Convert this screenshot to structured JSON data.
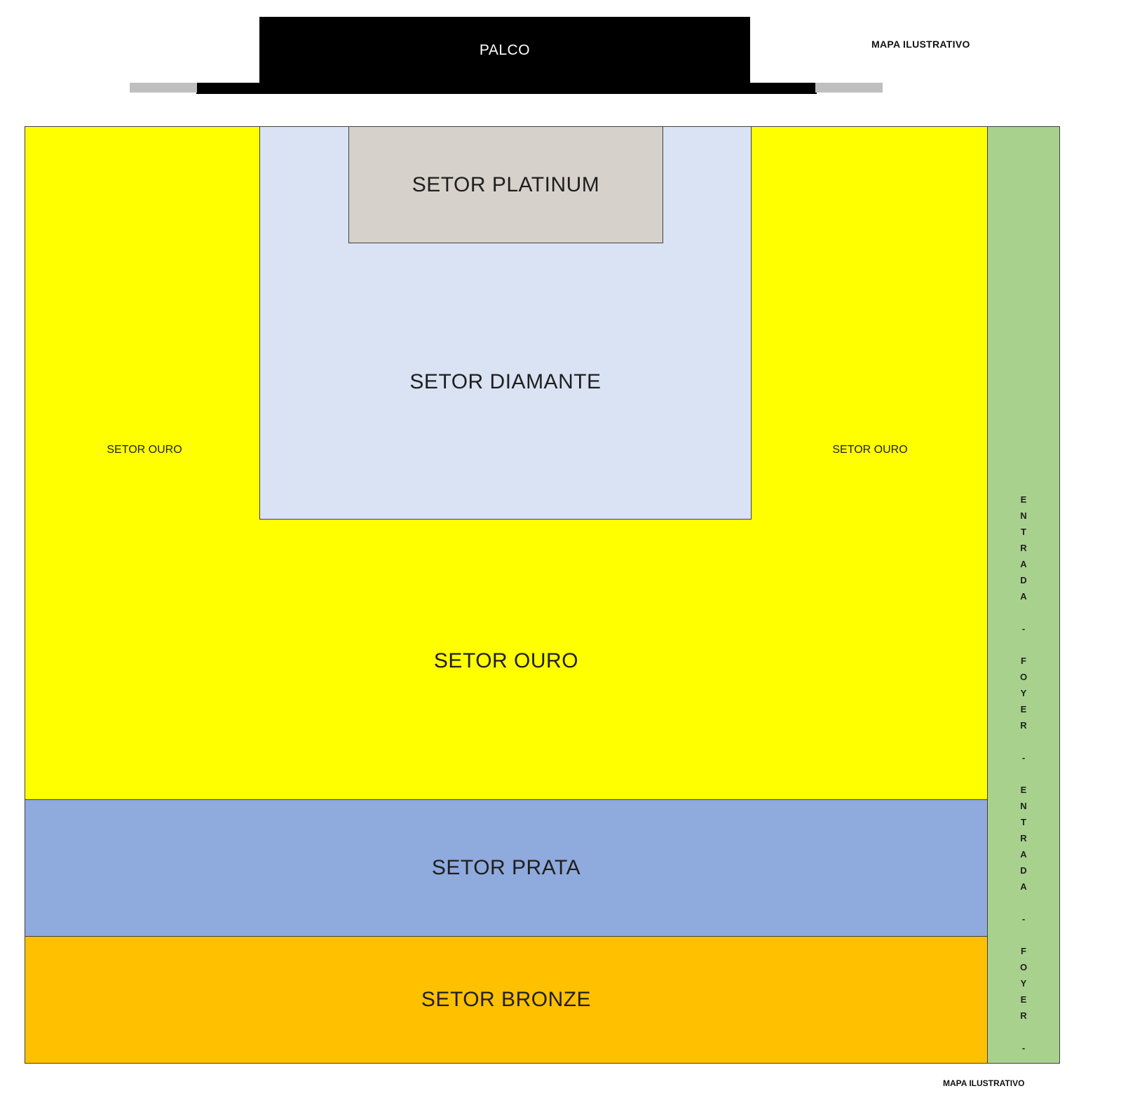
{
  "page": {
    "top_right_label": "MAPA ILUSTRATIVO",
    "bottom_right_label": "MAPA ILUSTRATIVO"
  },
  "stage": {
    "label": "PALCO",
    "color": "#000000"
  },
  "sectors": {
    "ouro": {
      "label": "SETOR OURO",
      "side_label_left": "SETOR OURO",
      "side_label_right": "SETOR OURO",
      "color": "#ffff00"
    },
    "diamante": {
      "label": "SETOR DIAMANTE",
      "color": "#dae3f3"
    },
    "platinum": {
      "label": "SETOR PLATINUM",
      "color": "#d6d2cb"
    },
    "prata": {
      "label": "SETOR PRATA",
      "color": "#8faadc"
    },
    "bronze": {
      "label": "SETOR BRONZE",
      "color": "#ffc000"
    }
  },
  "entrance_strip": {
    "label": "ENTRADA - FOYER - ENTRADA - FOYER -",
    "color": "#a9d18e"
  }
}
